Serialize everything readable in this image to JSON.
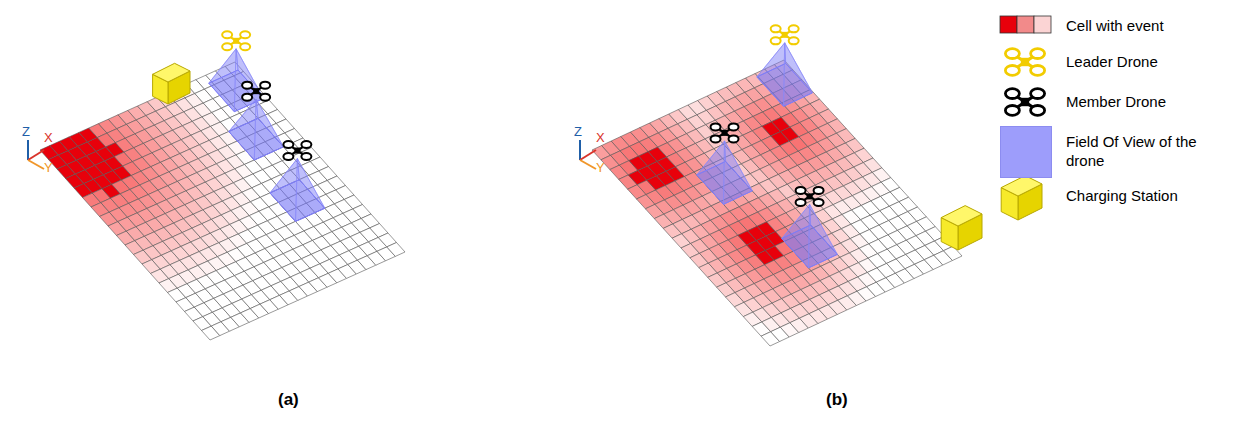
{
  "diagram": {
    "labels": [
      "Z",
      "X",
      "Y",
      "Z",
      "X",
      "Y",
      "(a)",
      "(b)"
    ],
    "legend": [
      {
        "text": "Cell with event"
      },
      {
        "text": "Leader Drone"
      },
      {
        "text": "Member Drone"
      },
      {
        "text": "Field Of View of the drone",
        "color": "#9d9dfb"
      },
      {
        "text": "Charging Station"
      }
    ]
  }
}
